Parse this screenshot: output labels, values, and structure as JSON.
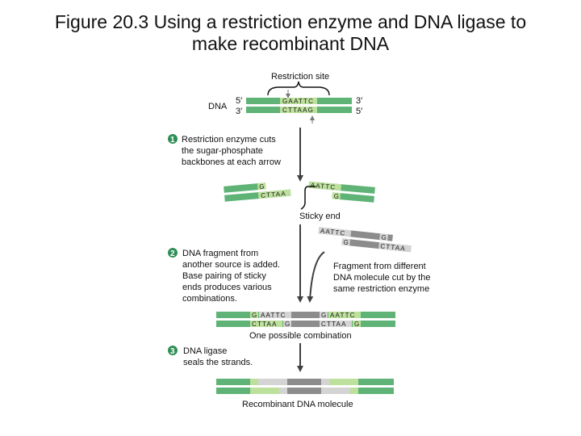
{
  "title_line1": "Figure 20.3 Using a restriction enzyme and DNA ligase to",
  "title_line2": "make recombinant DNA",
  "restriction_site": "Restriction site",
  "dna_label": "DNA",
  "five_prime": "5′",
  "three_prime": "3′",
  "seq_top": "GAATTC",
  "seq_bottom": "CTTAAG",
  "seq_g": "G",
  "seq_aattc": "AATTC",
  "seq_cttaa": "CTTAA",
  "step1_num": "1",
  "step1_lines": [
    "Restriction enzyme cuts",
    "the sugar-phosphate",
    "backbones at each arrow"
  ],
  "sticky_end": "Sticky end",
  "step2_num": "2",
  "step2_lines": [
    "DNA fragment from",
    "another source is added.",
    "Base pairing of sticky",
    "ends produces various",
    "combinations."
  ],
  "fragment_lines": [
    "Fragment from different",
    "DNA molecule cut by the",
    "same restriction enzyme"
  ],
  "combination": "One possible combination",
  "step3_num": "3",
  "step3_lines": [
    "DNA ligase",
    "seals the strands."
  ],
  "recombinant": "Recombinant DNA molecule",
  "colors": {
    "green": "#5fb377",
    "light_green": "#bde19c",
    "gray": "#8c8c8c",
    "light_gray": "#d4d4d4",
    "arrow": "#404040"
  }
}
